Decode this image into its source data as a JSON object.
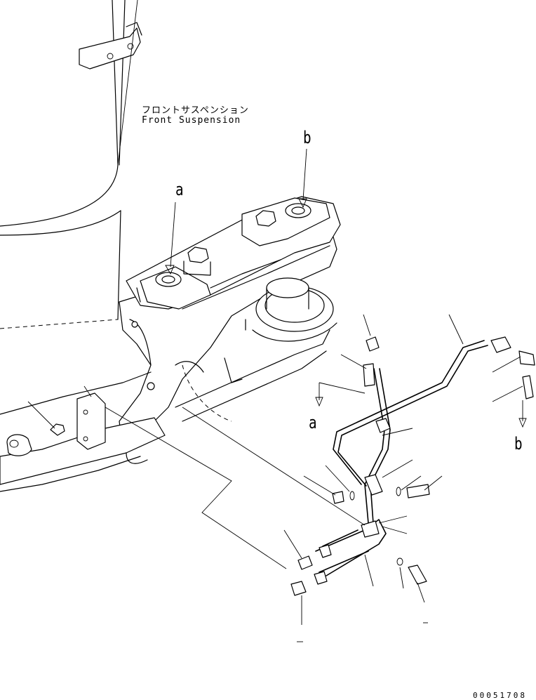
{
  "caption": {
    "japanese": "フロントサスペンション",
    "english": "Front Suspension"
  },
  "callouts": {
    "a_top": "a",
    "b_top": "b",
    "a_bottom": "a",
    "b_bottom": "b"
  },
  "drawing_code": "00051708"
}
